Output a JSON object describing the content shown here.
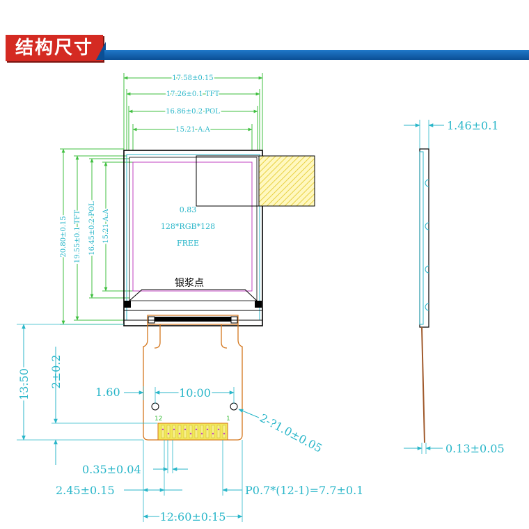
{
  "title": "结构尺寸",
  "top_dims": {
    "d1": "17.58±0.15",
    "d2": "17.26±0.1 TFT",
    "d3": "16.86±0.2 POL",
    "d4": "15.21 A.A"
  },
  "left_dims": {
    "d1": "20.80±0.15",
    "d2": "19.55±0.1 TFT",
    "d3": "16.45±0.2 POL",
    "d4": "15.21 A.A"
  },
  "center_text": {
    "size": "0.83",
    "resolution": "128*RGB*128",
    "mode": "FREE"
  },
  "silver_paste": "银浆点",
  "fpc_dims": {
    "height": "13.50",
    "hole_offset": "2±0.2",
    "hole_x": "1.60",
    "hole_pitch": "10.00",
    "hole_dia": "2-?1.0±0.05",
    "pin_width": "0.35±0.04",
    "pin_edge": "2.45±0.15",
    "pitch_total": "P0.7*(12-1)=7.7±0.1",
    "total_width": "12.60±0.15",
    "pin_first": "12",
    "pin_last": "1"
  },
  "side_dims": {
    "thickness": "1.46±0.1",
    "fpc_thickness": "0.13±0.05"
  },
  "colors": {
    "dimension": "#29b6c9",
    "panel_outline": "#000000",
    "active_area": "#c040c0",
    "fpc": "#d4761c",
    "connector": "#f2e85a",
    "title_bg": "#d42a22",
    "title_bar": "#1565b8"
  }
}
